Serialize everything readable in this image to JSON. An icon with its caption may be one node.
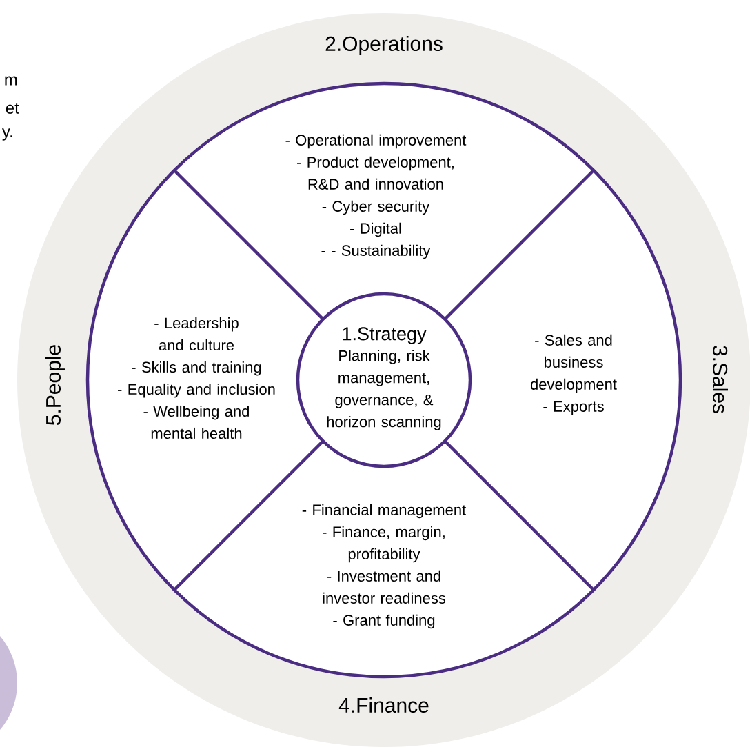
{
  "diagram": {
    "nodes": [
      {
        "text": [
          "1.Strategy",
          "Planning, risk management, governance, & horizon scanning"
        ]
      },
      {
        "text": [
          "2.Operations",
          "- Operational improvement",
          "- Product development, R&D and innovation",
          "- Cyber security",
          "- Digital",
          "- - Sustainability"
        ]
      },
      {
        "text": [
          "3.Sales",
          "- Sales and business development",
          "- Exports"
        ]
      },
      {
        "text": [
          "4.Finance",
          "- Financial management",
          "- Finance, margin, profitability",
          "- Investment and investor readiness",
          "- Grant funding"
        ]
      },
      {
        "text": [
          "5.People",
          "- Leadership and culture",
          "- Skills and training",
          "- Equality and inclusion",
          "- Wellbeing and mental health"
        ]
      }
    ],
    "labels": [
      "m",
      "et",
      "y."
    ]
  }
}
